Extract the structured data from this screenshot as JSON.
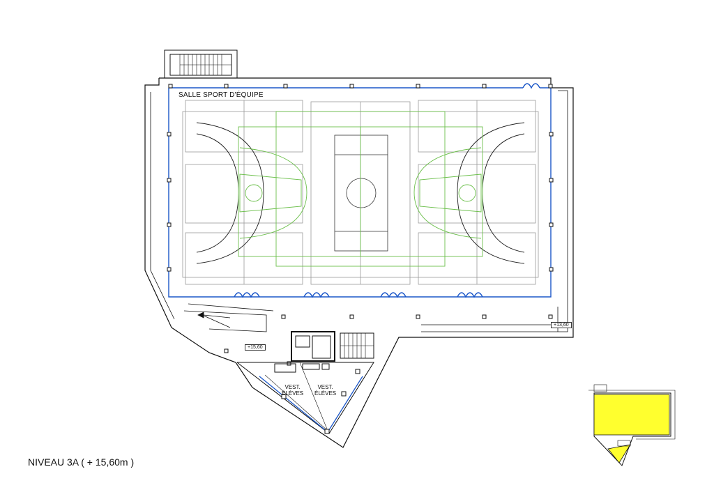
{
  "plan": {
    "room_label": "SALLE SPORT D'ÉQUIPE",
    "level_mark_left": "+15,60",
    "level_mark_right": "+13,60",
    "locker_rooms": [
      {
        "line1": "VEST.",
        "line2": "ÉLÈVES"
      },
      {
        "line1": "VEST.",
        "line2": "ÉLÈVES"
      }
    ],
    "caption": "NIVEAU 3A ( + 15,60m )"
  },
  "colors": {
    "wall": "#111111",
    "facade": "#1a56c8",
    "court_grey": "#9a9a9a",
    "court_green": "#6bbf4a",
    "highlight": "#ffff2e"
  }
}
